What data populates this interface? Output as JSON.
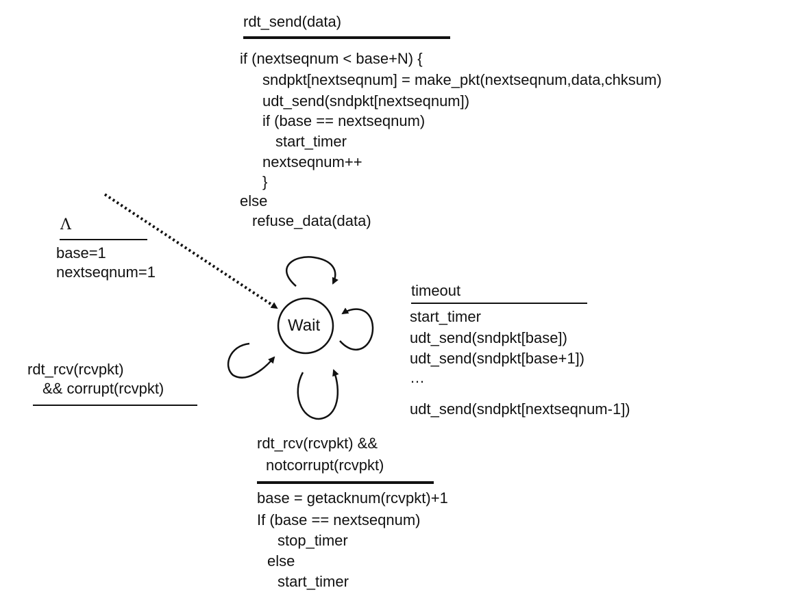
{
  "state": {
    "label": "Wait"
  },
  "init": {
    "event": "Λ",
    "actions": [
      "base=1",
      "nextseqnum=1"
    ]
  },
  "send": {
    "event": "rdt_send(data)",
    "actions": [
      "if (nextseqnum < base+N) {",
      "sndpkt[nextseqnum] = make_pkt(nextseqnum,data,chksum)",
      "udt_send(sndpkt[nextseqnum])",
      "if (base == nextseqnum)",
      "start_timer",
      "nextseqnum++",
      "}",
      "else",
      "refuse_data(data)"
    ]
  },
  "timeout": {
    "event": "timeout",
    "actions": [
      "start_timer",
      "udt_send(sndpkt[base])",
      "udt_send(sndpkt[base+1])",
      "…",
      "udt_send(sndpkt[nextseqnum-1])"
    ]
  },
  "corrupt": {
    "event": [
      "rdt_rcv(rcvpkt)",
      "&& corrupt(rcvpkt)"
    ]
  },
  "ack": {
    "event": [
      "rdt_rcv(rcvpkt) &&",
      "notcorrupt(rcvpkt)"
    ],
    "actions": [
      "base = getacknum(rcvpkt)+1",
      "If (base == nextseqnum)",
      "stop_timer",
      "else",
      "start_timer"
    ]
  }
}
